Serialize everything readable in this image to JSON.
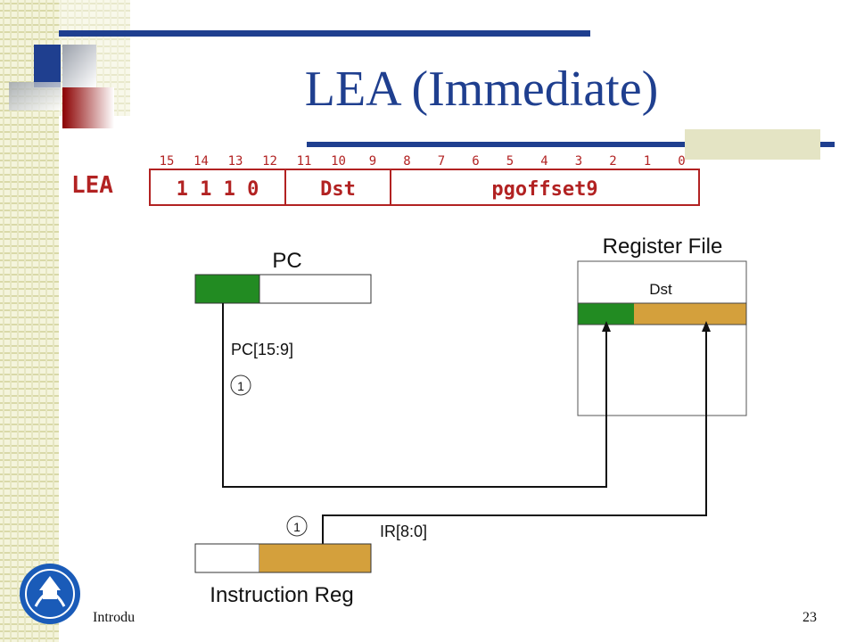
{
  "slide": {
    "title": "LEA (Immediate)",
    "footer_left": "Introdu",
    "footer_right": "23"
  },
  "instruction_format": {
    "mnemonic": "LEA",
    "bit_numbers": [
      "15",
      "14",
      "13",
      "12",
      "11",
      "10",
      "9",
      "8",
      "7",
      "6",
      "5",
      "4",
      "3",
      "2",
      "1",
      "0"
    ],
    "fields": [
      {
        "label": "1 1 1 0"
      },
      {
        "label": "Dst"
      },
      {
        "label": "pgoffset9"
      }
    ],
    "color": "#b22222"
  },
  "datapath": {
    "pc_label": "PC",
    "pc_bits_label": "PC[15:9]",
    "step_marker": "1",
    "ir_step_marker": "1",
    "ir_bits_label": "IR[8:0]",
    "ir_label": "Instruction Reg",
    "register_file_label": "Register File",
    "dst_label": "Dst",
    "colors": {
      "high_bits": "#228b22",
      "low_bits": "#d4a03c"
    }
  }
}
